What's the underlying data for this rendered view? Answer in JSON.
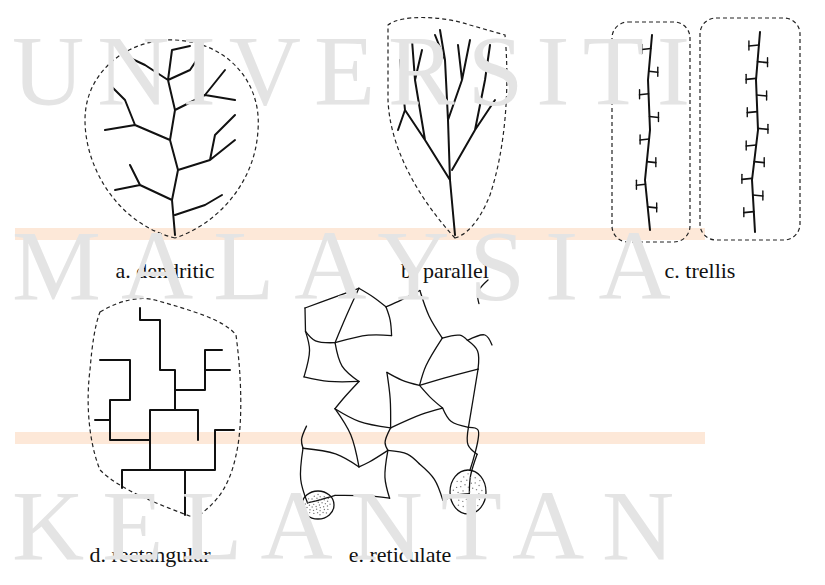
{
  "diagram": {
    "labels": [
      "UNIVERSITI",
      "a. dendritic",
      "b. parallel",
      "c. trellis",
      "MALAYSIA",
      "d. rectangular",
      "e. reticulate",
      "KELANTAN"
    ]
  }
}
